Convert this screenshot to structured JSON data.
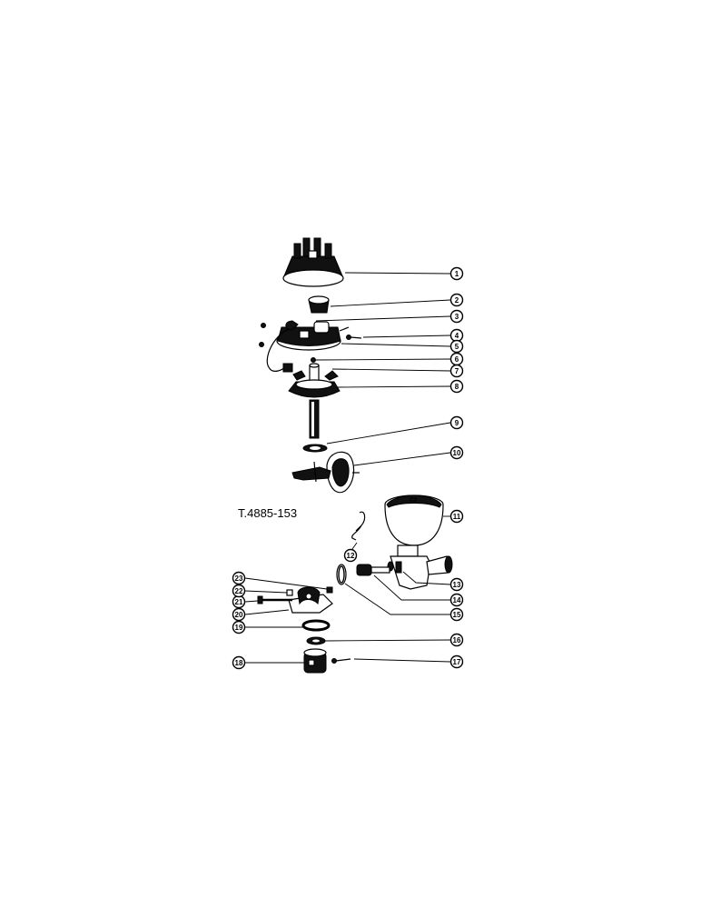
{
  "drawing": {
    "reference": "T.4885-153",
    "callouts": [
      "1",
      "2",
      "3",
      "4",
      "5",
      "6",
      "7",
      "8",
      "9",
      "10",
      "11",
      "12",
      "13",
      "14",
      "15",
      "16",
      "17",
      "18",
      "19",
      "20",
      "21",
      "22",
      "23"
    ]
  }
}
